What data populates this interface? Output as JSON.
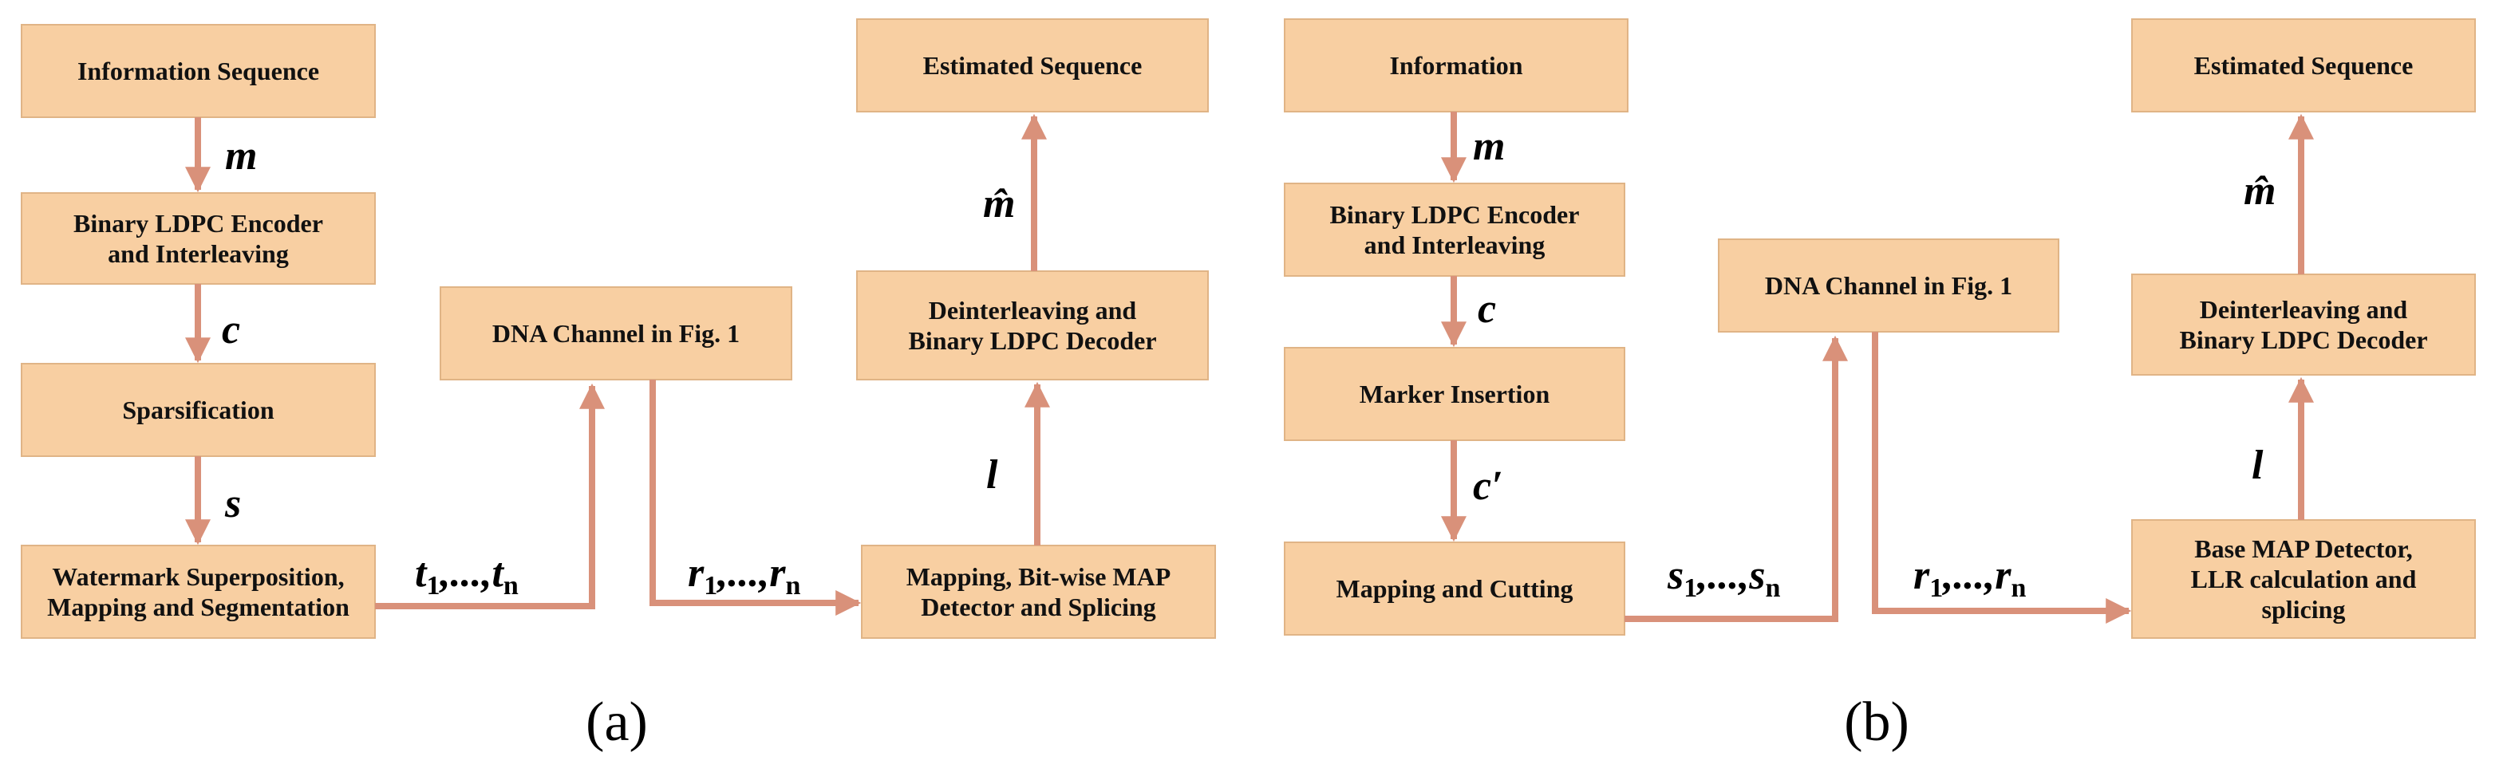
{
  "panel_a": {
    "caption": "(a)",
    "boxes": {
      "info_seq": [
        "Information Sequence"
      ],
      "ldpc_encoder": [
        "Binary LDPC Encoder",
        "and Interleaving"
      ],
      "sparsification": [
        "Sparsification"
      ],
      "watermark": [
        "Watermark Superposition,",
        "Mapping and Segmentation"
      ],
      "dna_channel": [
        "DNA Channel in Fig. 1"
      ],
      "mapping_map": [
        "Mapping, Bit-wise MAP",
        "Detector and Splicing"
      ],
      "deinterleave": [
        "Deinterleaving and",
        "Binary LDPC  Decoder"
      ],
      "estimated": [
        "Estimated Sequence"
      ]
    },
    "labels": {
      "m": "m",
      "c": "c",
      "s": "s",
      "t_seq": {
        "a": "t",
        "a_sub": "1",
        "mid": ",...,",
        "b": "t",
        "b_sub": "n"
      },
      "r_seq": {
        "a": "r",
        "a_sub": "1",
        "mid": ",...,",
        "b": "r",
        "b_sub": "n"
      },
      "l": "l",
      "m_hat": "m̂"
    }
  },
  "panel_b": {
    "caption": "(b)",
    "boxes": {
      "information": [
        "Information"
      ],
      "ldpc_encoder": [
        "Binary LDPC Encoder",
        "and Interleaving"
      ],
      "marker": [
        "Marker Insertion"
      ],
      "mapping_cutting": [
        "Mapping and Cutting"
      ],
      "dna_channel": [
        "DNA Channel in Fig. 1"
      ],
      "base_map": [
        "Base MAP Detector,",
        "LLR calculation and",
        "splicing"
      ],
      "deinterleave": [
        "Deinterleaving and",
        "Binary LDPC Decoder"
      ],
      "estimated": [
        "Estimated Sequence"
      ]
    },
    "labels": {
      "m": "m",
      "c": "c",
      "c_prime": "c′",
      "s_seq": {
        "a": "s",
        "a_sub": "1",
        "mid": ",...,",
        "b": "s",
        "b_sub": "n"
      },
      "r_seq": {
        "a": "r",
        "a_sub": "1",
        "mid": ",...,",
        "b": "r",
        "b_sub": "n"
      },
      "l": "l",
      "m_hat": "m̂"
    }
  },
  "colors": {
    "box_fill": "#F8CFA2",
    "box_border": "#E0B486",
    "arrow": "#D9917A"
  }
}
